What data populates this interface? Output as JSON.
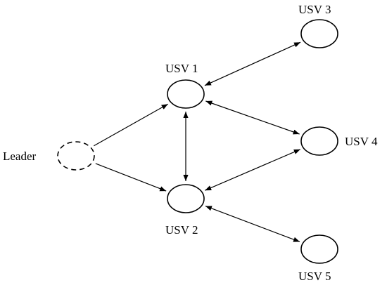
{
  "nodes": {
    "leader": {
      "label": "Leader",
      "style": "dashed"
    },
    "usv1": {
      "label": "USV 1",
      "style": "solid"
    },
    "usv2": {
      "label": "USV 2",
      "style": "solid"
    },
    "usv3": {
      "label": "USV 3",
      "style": "solid"
    },
    "usv4": {
      "label": "USV 4",
      "style": "solid"
    },
    "usv5": {
      "label": "USV 5",
      "style": "solid"
    }
  },
  "edges": [
    {
      "from": "leader",
      "to": "usv1",
      "direction": "forward"
    },
    {
      "from": "leader",
      "to": "usv2",
      "direction": "forward"
    },
    {
      "from": "usv1",
      "to": "usv2",
      "direction": "both"
    },
    {
      "from": "usv1",
      "to": "usv3",
      "direction": "both"
    },
    {
      "from": "usv1",
      "to": "usv4",
      "direction": "both"
    },
    {
      "from": "usv2",
      "to": "usv4",
      "direction": "both"
    },
    {
      "from": "usv2",
      "to": "usv5",
      "direction": "both"
    }
  ],
  "colors": {
    "stroke": "#000000",
    "background": "#ffffff"
  }
}
